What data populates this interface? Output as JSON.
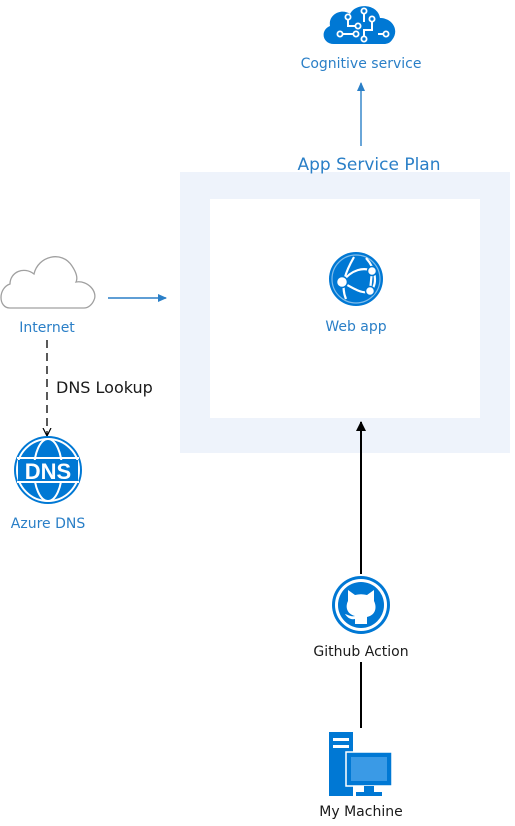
{
  "diagram": {
    "container": {
      "title": "App Service Plan"
    },
    "nodes": {
      "cognitive": {
        "label": "Cognitive service",
        "icon": "brain-cloud-icon"
      },
      "internet": {
        "label": "Internet",
        "icon": "cloud-icon"
      },
      "webapp": {
        "label": "Web app",
        "icon": "globe-network-icon"
      },
      "dns": {
        "label": "Azure DNS",
        "icon": "dns-globe-icon"
      },
      "github": {
        "label": "Github Action",
        "icon": "github-octocat-icon"
      },
      "machine": {
        "label": "My Machine",
        "icon": "computer-server-icon"
      }
    },
    "edges": {
      "dns_lookup": {
        "label": "DNS Lookup"
      }
    },
    "colors": {
      "azure_blue": "#0078d4",
      "label_blue": "#2a7fc7",
      "plan_fill": "#eef3fb",
      "line_black": "#000000"
    }
  }
}
